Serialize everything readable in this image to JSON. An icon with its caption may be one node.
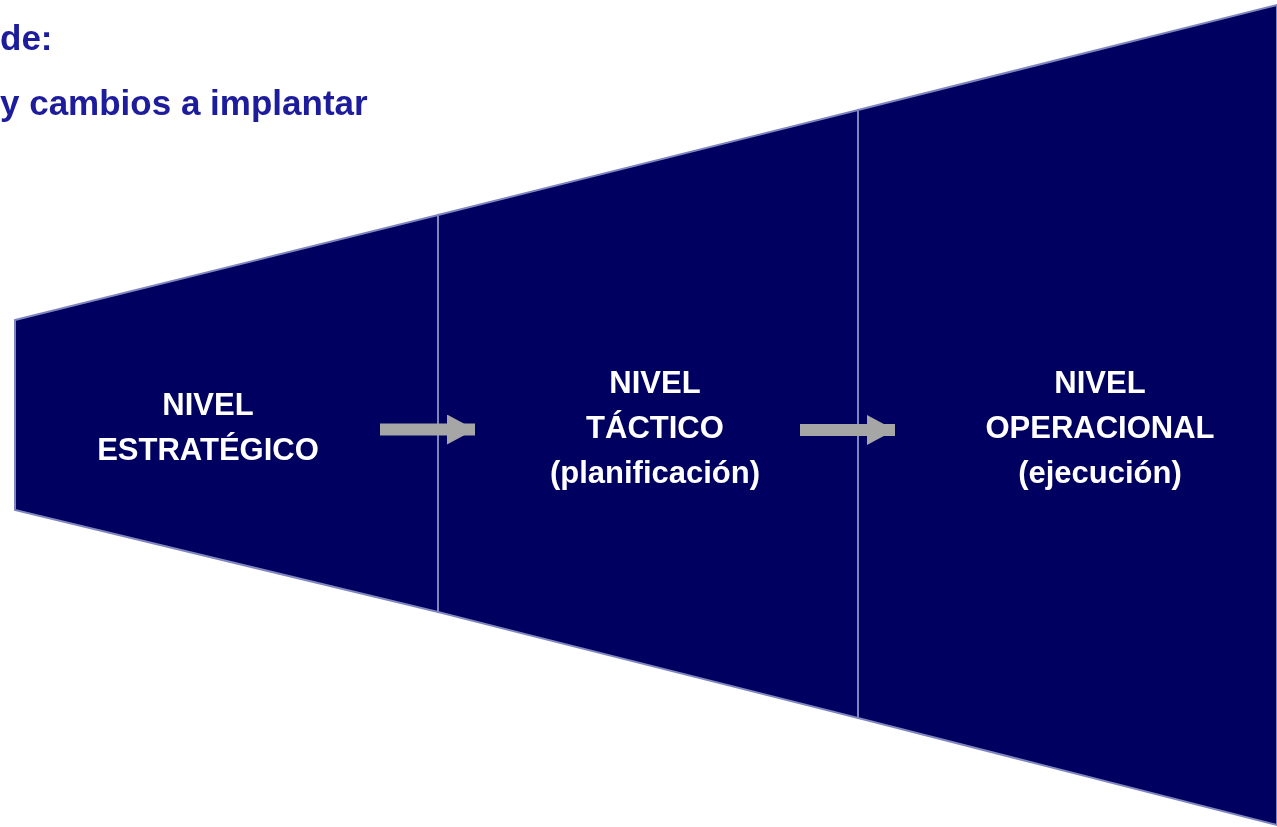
{
  "diagram": {
    "nodes": [
      {
        "text": [
          "NIVEL ESTRATÉGICO"
        ]
      },
      {
        "text": [
          "NIVEL TÁCTICO",
          "(planificación)"
        ]
      },
      {
        "text": [
          "NIVEL OPERACIONAL",
          "(ejecución)"
        ]
      }
    ],
    "edges": [
      {
        "from": 0,
        "to": 1,
        "arrow": "to"
      },
      {
        "from": 1,
        "to": 2,
        "arrow": "to"
      }
    ],
    "labels": [
      "de:",
      "y cambios a implantar"
    ]
  }
}
